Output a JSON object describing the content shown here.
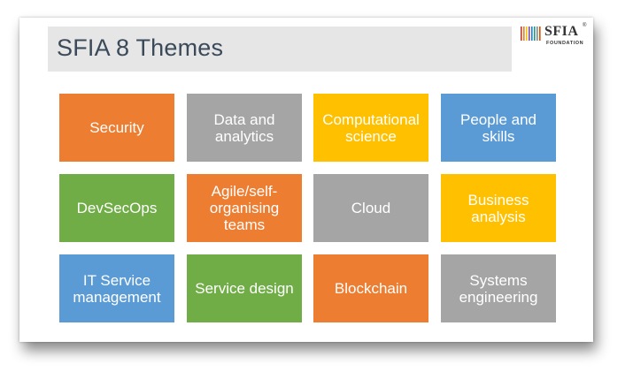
{
  "slide": {
    "title": "SFIA 8 Themes",
    "logo": {
      "word": "SFIA",
      "reg": "®",
      "sub": "FOUNDATION"
    }
  },
  "colors": {
    "orange": "#ed7d31",
    "gray": "#a5a5a5",
    "yellow": "#ffc000",
    "blue": "#5b9bd5",
    "green": "#70ad47"
  },
  "tiles": [
    {
      "label": "Security",
      "color": "#ed7d31"
    },
    {
      "label": "Data and analytics",
      "color": "#a5a5a5"
    },
    {
      "label": "Computational science",
      "color": "#ffc000"
    },
    {
      "label": "People and skills",
      "color": "#5b9bd5"
    },
    {
      "label": "DevSecOps",
      "color": "#70ad47"
    },
    {
      "label": "Agile/self-organising teams",
      "color": "#ed7d31"
    },
    {
      "label": "Cloud",
      "color": "#a5a5a5"
    },
    {
      "label": "Business analysis",
      "color": "#ffc000"
    },
    {
      "label": "IT Service management",
      "color": "#5b9bd5"
    },
    {
      "label": "Service design",
      "color": "#70ad47"
    },
    {
      "label": "Blockchain",
      "color": "#ed7d31"
    },
    {
      "label": "Systems engineering",
      "color": "#a5a5a5"
    }
  ]
}
